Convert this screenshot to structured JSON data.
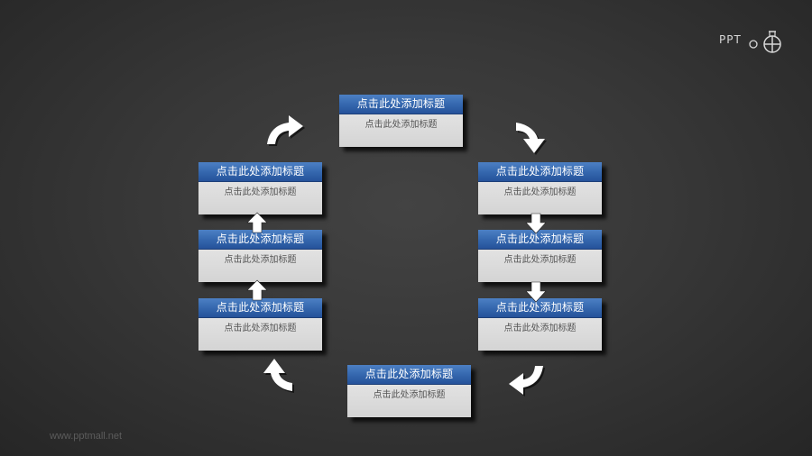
{
  "logo": {
    "text": "PPT",
    "icon": "stopwatch-cross-icon"
  },
  "footer": {
    "url": "www.pptmall.net"
  },
  "colors": {
    "header_blue": "#3466ad",
    "body_gray": "#d9d9d9",
    "background": "#3a3a3a",
    "arrow": "#ffffff"
  },
  "cycle": {
    "boxes": [
      {
        "id": "top",
        "title": "点击此处添加标题",
        "body": "点击此处添加标题"
      },
      {
        "id": "right-1",
        "title": "点击此处添加标题",
        "body": "点击此处添加标题"
      },
      {
        "id": "right-2",
        "title": "点击此处添加标题",
        "body": "点击此处添加标题"
      },
      {
        "id": "right-3",
        "title": "点击此处添加标题",
        "body": "点击此处添加标题"
      },
      {
        "id": "bottom",
        "title": "点击此处添加标题",
        "body": "点击此处添加标题"
      },
      {
        "id": "left-3",
        "title": "点击此处添加标题",
        "body": "点击此处添加标题"
      },
      {
        "id": "left-2",
        "title": "点击此处添加标题",
        "body": "点击此处添加标题"
      },
      {
        "id": "left-1",
        "title": "点击此处添加标题",
        "body": "点击此处添加标题"
      }
    ],
    "direction": "clockwise"
  }
}
